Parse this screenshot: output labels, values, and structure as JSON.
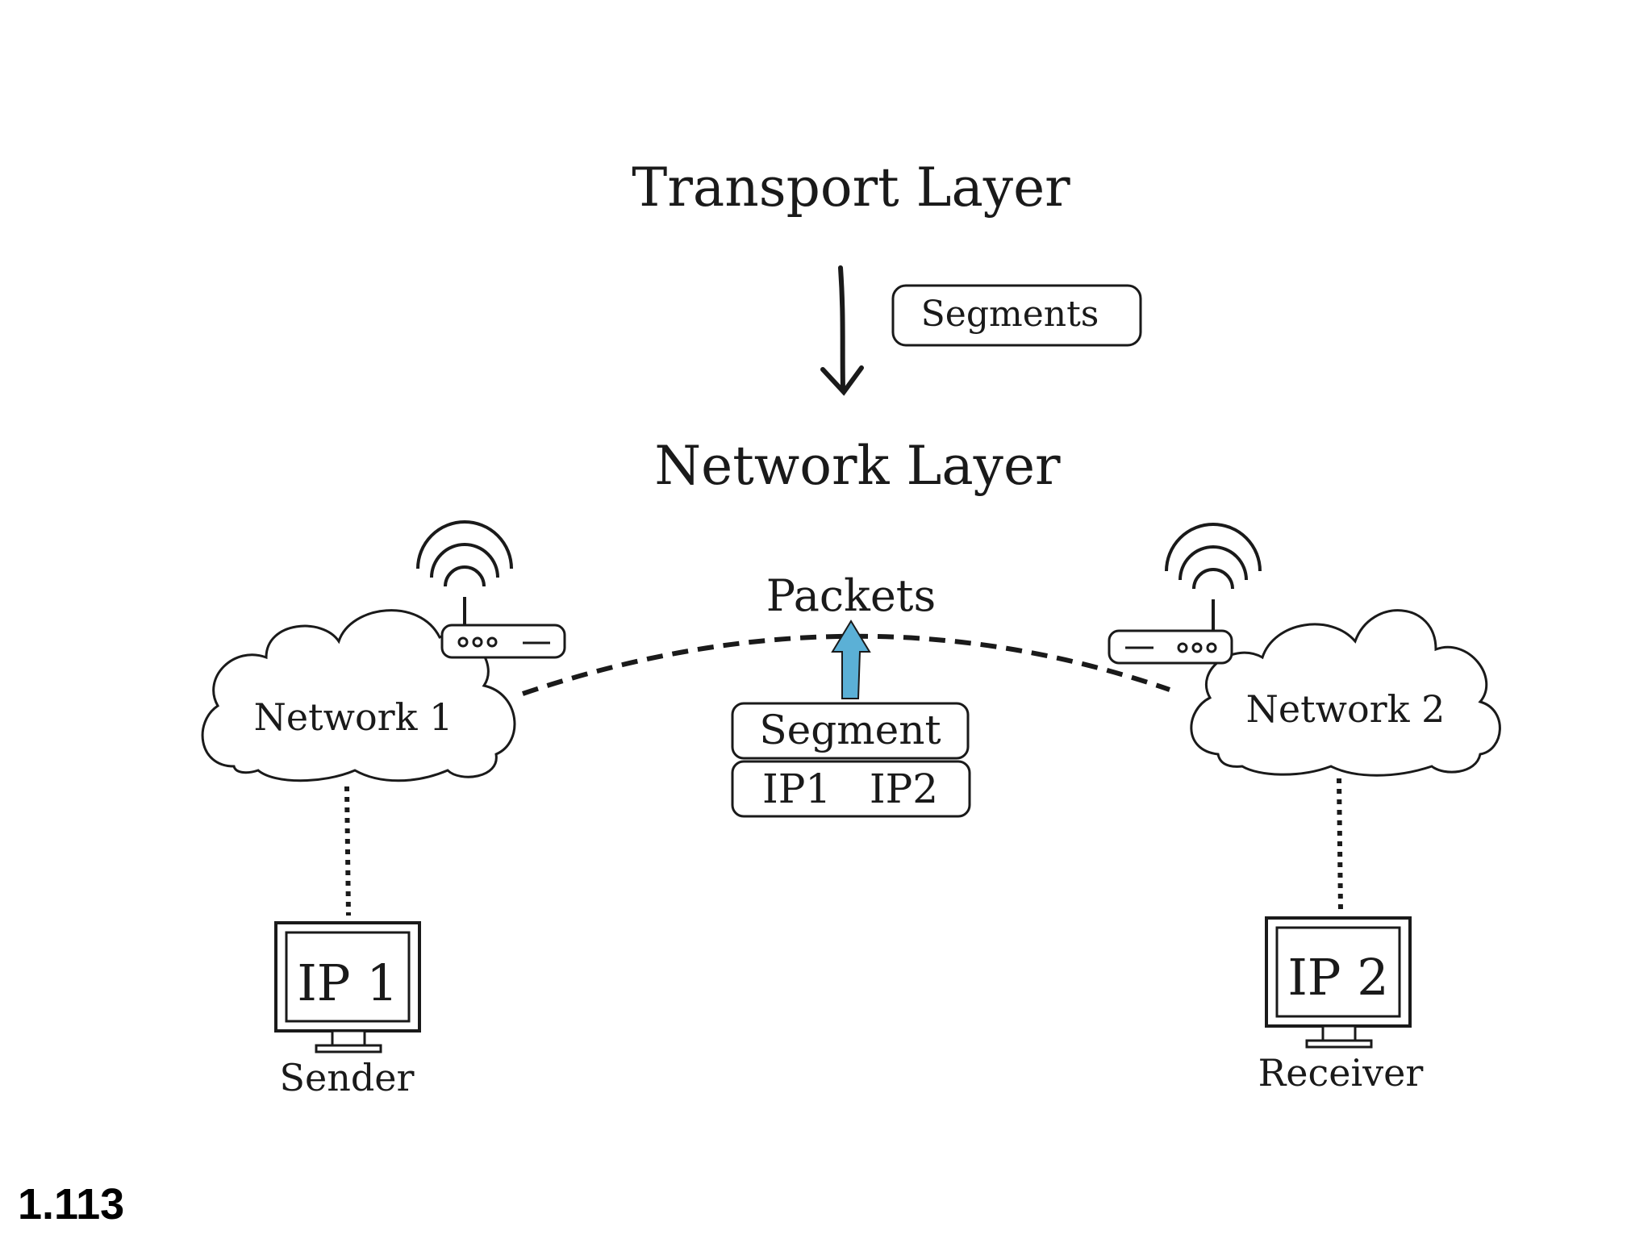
{
  "diagram": {
    "title_transport": "Transport Layer",
    "segments_label": "Segments",
    "title_network": "Network Layer",
    "packets_label": "Packets",
    "packet": {
      "segment_label": "Segment",
      "header_label": "IP1   IP2"
    },
    "network1": {
      "label": "Network 1"
    },
    "network2": {
      "label": "Network 2"
    },
    "sender": {
      "screen_text": "IP 1",
      "label": "Sender"
    },
    "receiver": {
      "screen_text": "IP 2",
      "label": "Receiver"
    },
    "colors": {
      "up_arrow": "#5bb0d6",
      "ink": "#1a1a1a"
    }
  },
  "slide_number": "1.113"
}
